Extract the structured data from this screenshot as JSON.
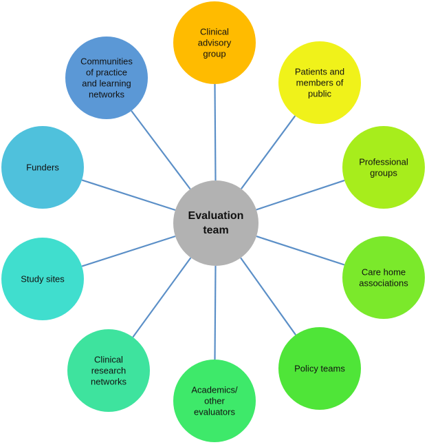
{
  "center": {
    "label": [
      "Evaluation",
      "team"
    ],
    "color": "#b2b2b2"
  },
  "connector_color": "#5b8fc7",
  "nodes": [
    {
      "id": "clinical-advisory-group",
      "label": [
        "Clinical",
        "advisory",
        "group"
      ],
      "color": "#ffbb00"
    },
    {
      "id": "patients-and-members-of-public",
      "label": [
        "Patients and",
        "members of",
        "public"
      ],
      "color": "#f0f21a"
    },
    {
      "id": "professional-groups",
      "label": [
        "Professional",
        "groups"
      ],
      "color": "#a7ed1c"
    },
    {
      "id": "care-home-associations",
      "label": [
        "Care home",
        "associations"
      ],
      "color": "#7be92b"
    },
    {
      "id": "policy-teams",
      "label": [
        "Policy teams"
      ],
      "color": "#4fe538"
    },
    {
      "id": "academics-other-evaluators",
      "label": [
        "Academics/",
        "other",
        "evaluators"
      ],
      "color": "#3ee96a"
    },
    {
      "id": "clinical-research-networks",
      "label": [
        "Clinical",
        "research",
        "networks"
      ],
      "color": "#3ee39e"
    },
    {
      "id": "study-sites",
      "label": [
        "Study sites"
      ],
      "color": "#40dece"
    },
    {
      "id": "funders",
      "label": [
        "Funders"
      ],
      "color": "#4fc1dc"
    },
    {
      "id": "communities-of-practice",
      "label": [
        "Communities",
        "of practice",
        "and learning",
        "networks"
      ],
      "color": "#5b98d6"
    }
  ]
}
